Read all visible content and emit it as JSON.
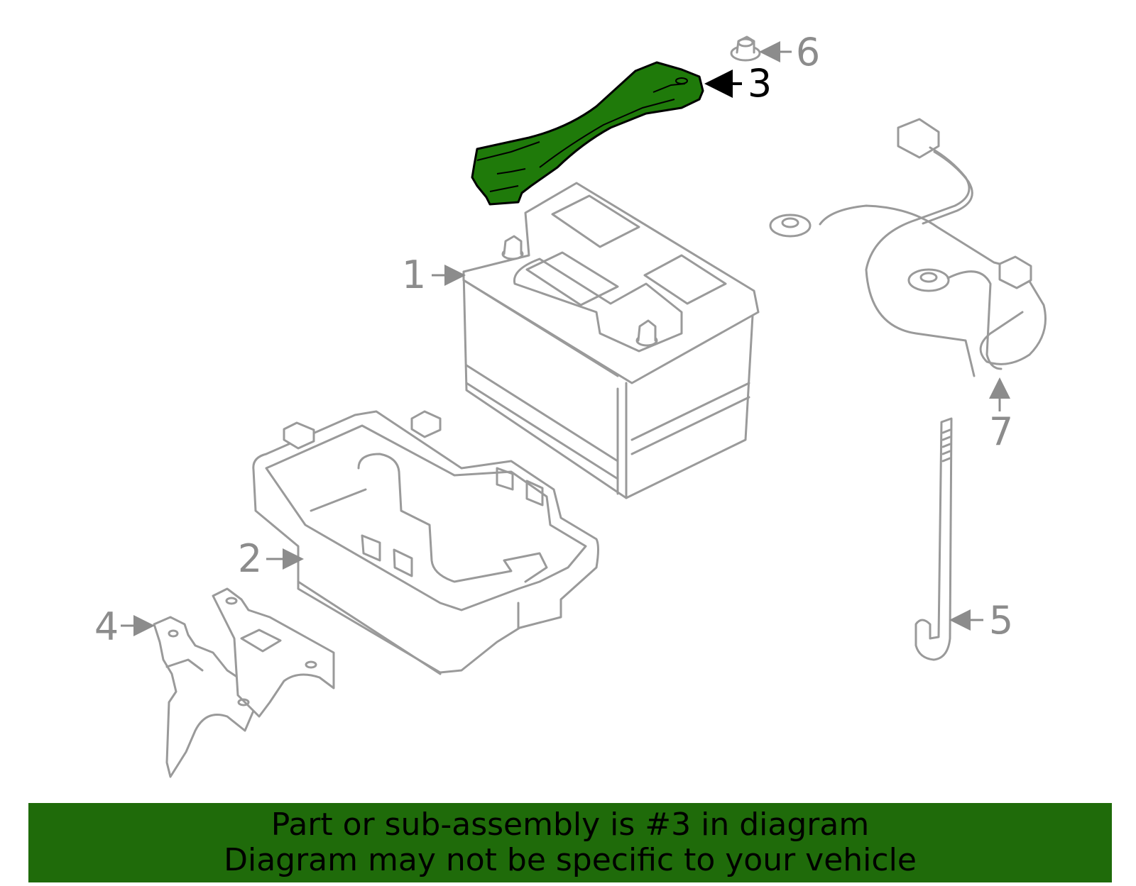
{
  "callouts": {
    "c1": "1",
    "c2": "2",
    "c3": "3",
    "c4": "4",
    "c5": "5",
    "c6": "6",
    "c7": "7"
  },
  "highlighted_part": "3",
  "colors": {
    "highlight_fill": "#1f7a0a",
    "banner_background": "#1f6b0a",
    "line_art": "#9a9a9a"
  },
  "banner": {
    "line1": "Part or sub-assembly is #3 in diagram",
    "line2": "Diagram may not be specific to your vehicle"
  }
}
